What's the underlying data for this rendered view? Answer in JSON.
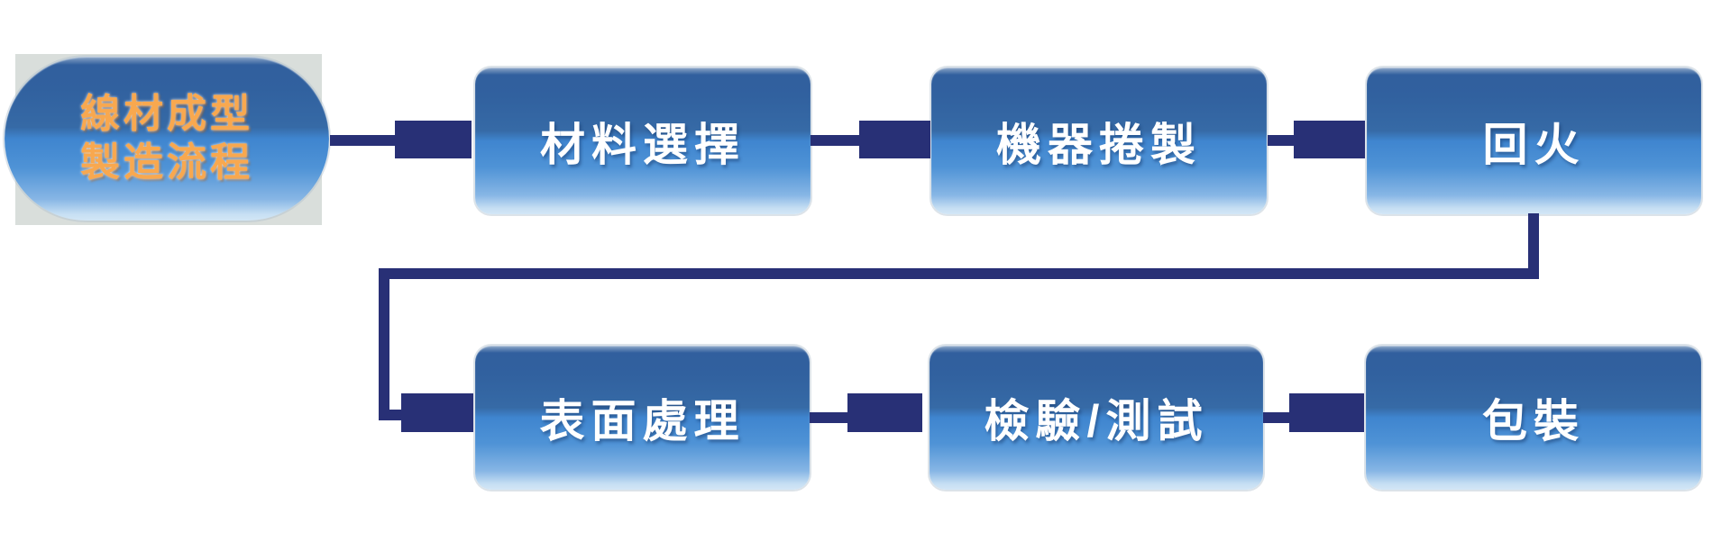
{
  "diagram": {
    "type": "flowchart",
    "title": {
      "line1": "線材成型",
      "line2": "製造流程",
      "full": "線材成型製造流程"
    },
    "nodes": [
      {
        "id": "material-selection",
        "label": "材料選擇",
        "row": 1,
        "order": 1
      },
      {
        "id": "machine-coiling",
        "label": "機器捲製",
        "row": 1,
        "order": 2
      },
      {
        "id": "tempering",
        "label": "回火",
        "row": 1,
        "order": 3
      },
      {
        "id": "surface-treatment",
        "label": "表面處理",
        "row": 2,
        "order": 4
      },
      {
        "id": "inspection-testing",
        "label": "檢驗/測試",
        "row": 2,
        "order": 5
      },
      {
        "id": "packaging",
        "label": "包裝",
        "row": 2,
        "order": 6
      }
    ],
    "flow_order": [
      "線材成型製造流程",
      "材料選擇",
      "機器捲製",
      "回火",
      "表面處理",
      "檢驗/測試",
      "包裝"
    ],
    "colors": {
      "connector": "#283076",
      "node_gradient_top": "#315f9e",
      "node_gradient_mid": "#3f85cf",
      "node_gradient_bottom": "#d3e6f6",
      "node_text": "#ffffff",
      "title_text": "#f8a84f",
      "backdrop": "#d9dedb",
      "background": "#ffffff"
    }
  }
}
